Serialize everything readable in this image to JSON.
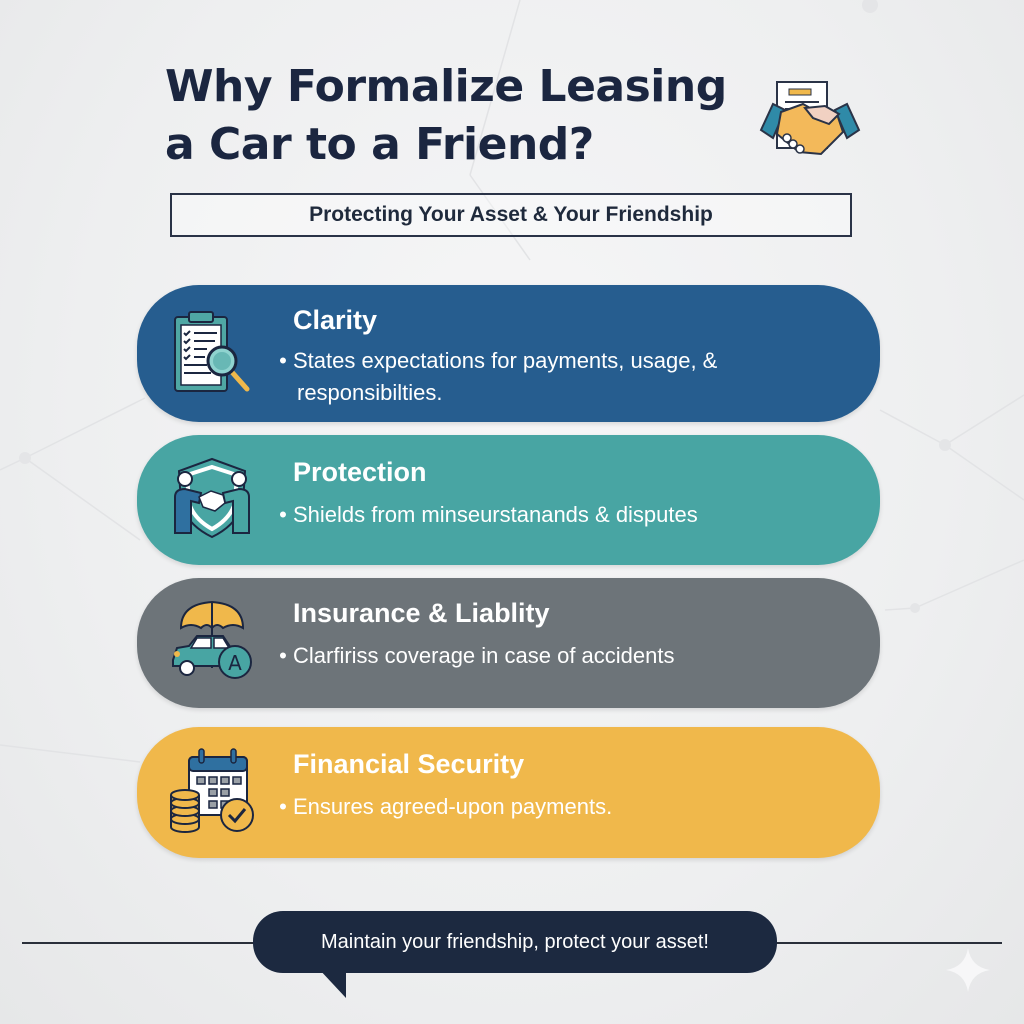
{
  "header": {
    "title_line1": "Why Formalize Leasing",
    "title_line2": "a Car to a Friend?",
    "icon": "contract-handshake-icon",
    "subtitle": "Protecting Your Asset & Your Friendship"
  },
  "cards": [
    {
      "title": "Clarity",
      "bullet": "•",
      "body_line1": "States expectations for payments, usage, &",
      "body_line2": "responsibilties.",
      "icon": "clipboard-magnifier-icon",
      "color": "#265d8f"
    },
    {
      "title": "Protection",
      "bullet": "•",
      "body_line1": "Shields from minseurstanands & disputes",
      "icon": "shield-handshake-icon",
      "color": "#48a5a3"
    },
    {
      "title": "Insurance & Liablity",
      "bullet": "•",
      "body_line1": "Clarfiriss coverage in case of accidents",
      "icon": "umbrella-car-icon",
      "color": "#6d7479"
    },
    {
      "title": "Financial Security",
      "bullet": "•",
      "body_line1": "Ensures agreed-upon payments.",
      "icon": "calendar-coins-check-icon",
      "color": "#f0b84b"
    }
  ],
  "footer": {
    "callout": "Maintain your friendship, protect your asset!",
    "callout_color": "#1c2940"
  },
  "colors": {
    "title": "#1b2640",
    "background": "#eeeff0"
  }
}
